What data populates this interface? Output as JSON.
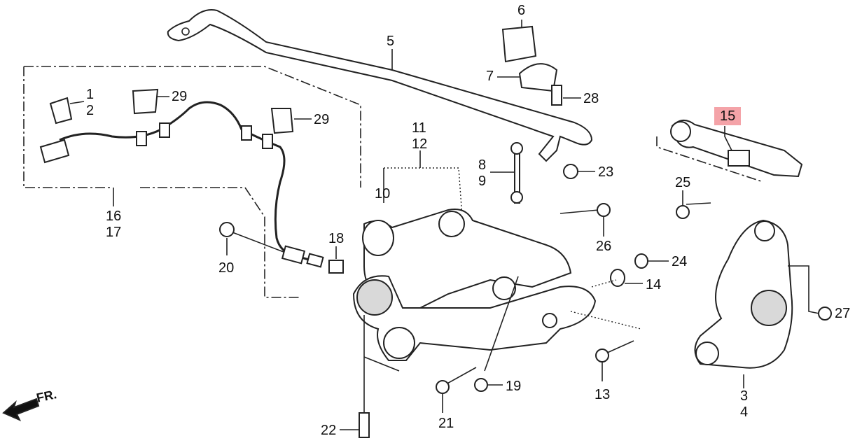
{
  "callouts": {
    "c1": "1",
    "c2": "2",
    "c3": "3",
    "c4": "4",
    "c5": "5",
    "c6": "6",
    "c7": "7",
    "c8": "8",
    "c9": "9",
    "c10": "10",
    "c11": "11",
    "c12": "12",
    "c13": "13",
    "c14": "14",
    "c15": "15",
    "c16": "16",
    "c17": "17",
    "c18": "18",
    "c19": "19",
    "c20": "20",
    "c21": "21",
    "c22": "22",
    "c23": "23",
    "c24": "24",
    "c25": "25",
    "c26": "26",
    "c27": "27",
    "c28": "28",
    "c29a": "29",
    "c29b": "29"
  },
  "highlight_color": "#f4a3a8",
  "direction_label": "FR."
}
